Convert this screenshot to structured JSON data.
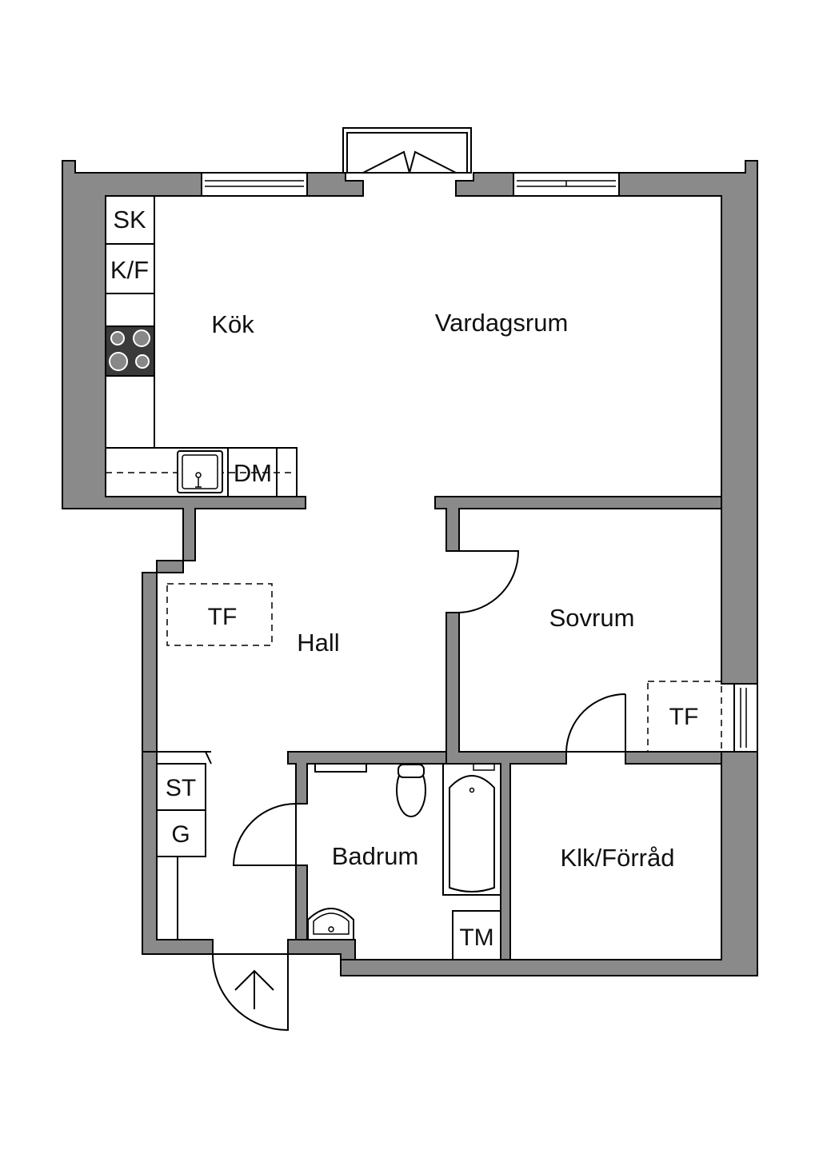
{
  "rooms": {
    "kitchen": "Kök",
    "living": "Vardagsrum",
    "hall": "Hall",
    "bedroom": "Sovrum",
    "bathroom": "Badrum",
    "closet": "Klk/Förråd"
  },
  "fixtures": {
    "fridge": "SK",
    "fridge_freezer": "K/F",
    "dishwasher": "DM",
    "wardrobe_hall": "TF",
    "wardrobe_bedroom": "TF",
    "storage": "ST",
    "coat_rack": "G",
    "washer": "TM"
  },
  "colors": {
    "wall": "#8a8a8a",
    "stove": "#3a3a3a",
    "background": "#ffffff"
  }
}
